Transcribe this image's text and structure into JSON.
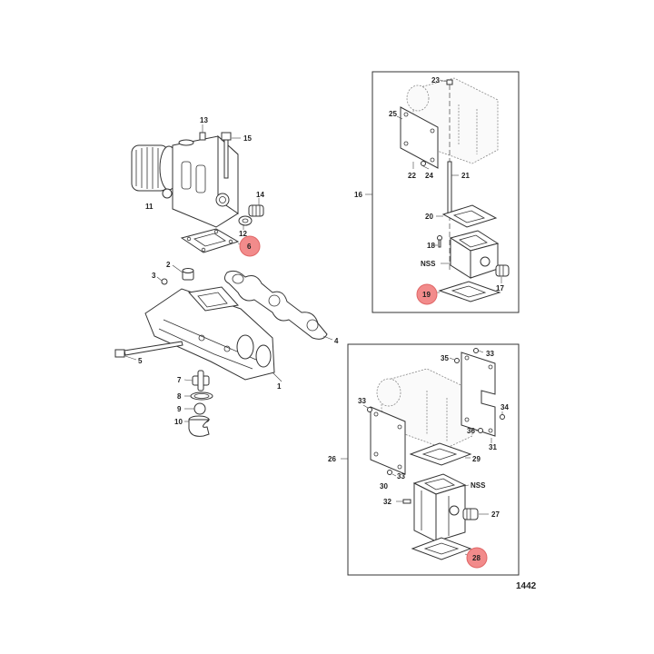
{
  "highlight_color": "#f28b8b",
  "highlight_stroke": "#e06666",
  "figure_number": "1442",
  "labels": {
    "l1": "1",
    "l2": "2",
    "l3": "3",
    "l4": "4",
    "l5": "5",
    "l6": "6",
    "l7": "7",
    "l8": "8",
    "l9": "9",
    "l10": "10",
    "l11": "11",
    "l12": "12",
    "l13": "13",
    "l14": "14",
    "l15": "15",
    "l16": "16",
    "l17": "17",
    "l18": "18",
    "l19": "19",
    "l20": "20",
    "l21": "21",
    "l22": "22",
    "l23": "23",
    "l24": "24",
    "l25": "25",
    "l26": "26",
    "l27": "27",
    "l28": "28",
    "l29": "29",
    "l30": "30",
    "l31": "31",
    "l32": "32",
    "l33a": "33",
    "l33b": "33",
    "l33c": "33",
    "l34": "34",
    "l35": "35",
    "l36": "36",
    "nss1": "NSS",
    "nss2": "NSS"
  },
  "highlighted_parts": [
    "6",
    "19",
    "28"
  ]
}
